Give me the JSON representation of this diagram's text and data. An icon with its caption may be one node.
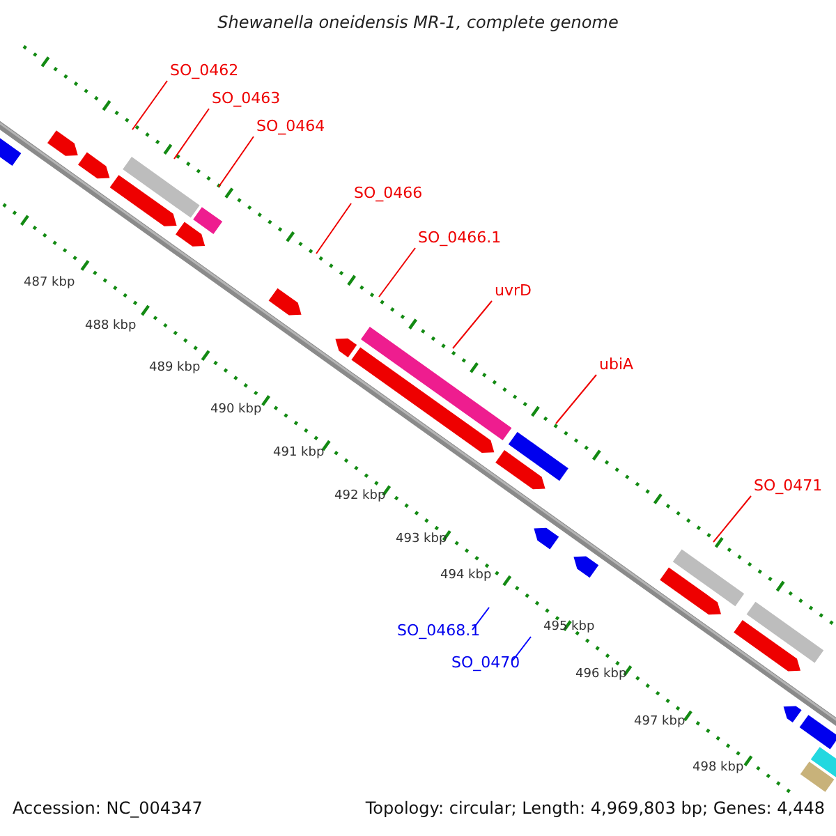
{
  "diagram": {
    "title": "Shewanella oneidensis MR-1, complete genome",
    "nodes": [
      {
        "text": [
          "SO_0462"
        ]
      },
      {
        "text": [
          "SO_0463"
        ]
      },
      {
        "text": [
          "SO_0464"
        ]
      },
      {
        "text": [
          "SO_0466"
        ]
      },
      {
        "text": [
          "SO_0466.1"
        ]
      },
      {
        "text": [
          "uvrD"
        ]
      },
      {
        "text": [
          "ubiA"
        ]
      },
      {
        "text": [
          "SO_0471"
        ]
      },
      {
        "text": [
          "SO_0468.1"
        ]
      },
      {
        "text": [
          "SO_0470"
        ]
      }
    ],
    "edges": [
      {
        "from": 0,
        "to": null,
        "arrow": "none"
      },
      {
        "from": 1,
        "to": null,
        "arrow": "none"
      },
      {
        "from": 2,
        "to": null,
        "arrow": "none"
      },
      {
        "from": 3,
        "to": null,
        "arrow": "none"
      },
      {
        "from": 4,
        "to": null,
        "arrow": "none"
      },
      {
        "from": 5,
        "to": null,
        "arrow": "none"
      },
      {
        "from": 6,
        "to": null,
        "arrow": "none"
      },
      {
        "from": 7,
        "to": null,
        "arrow": "none"
      },
      {
        "from": 8,
        "to": null,
        "arrow": "none",
        "color": "#0000ff"
      },
      {
        "from": 9,
        "to": null,
        "arrow": "none",
        "color": "#0000ff"
      }
    ],
    "labels": [
      "487 kbp",
      "488 kbp",
      "489 kbp",
      "490 kbp",
      "491 kbp",
      "492 kbp",
      "493 kbp",
      "494 kbp",
      "495 kbp",
      "496 kbp",
      "497 kbp",
      "498 kbp",
      "Accession: NC_004347",
      "Topology: circular; Length: 4,969,803 bp; Genes: 4,448"
    ]
  }
}
